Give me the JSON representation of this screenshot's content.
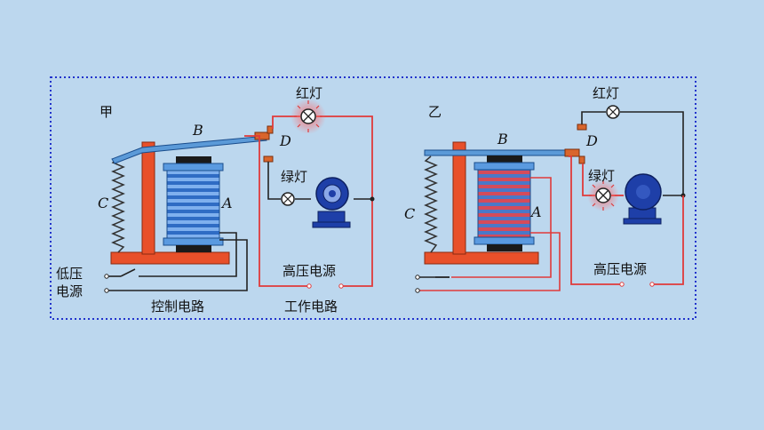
{
  "diagram_a": {
    "title": "甲",
    "label_a": "A",
    "label_b": "B",
    "label_c": "C",
    "label_d": "D",
    "red_lamp": "红灯",
    "green_lamp": "绿灯",
    "low_voltage_line1": "低压",
    "low_voltage_line2": "电源",
    "high_voltage": "高压电源",
    "control_circuit": "控制电路",
    "working_circuit": "工作电路"
  },
  "diagram_b": {
    "title": "乙",
    "label_a": "A",
    "label_b": "B",
    "label_c": "C",
    "label_d": "D",
    "red_lamp": "红灯",
    "green_lamp": "绿灯",
    "high_voltage": "高压电源"
  },
  "colors": {
    "background": "#bcd7ee",
    "frame_dotted": "#2233cc",
    "red_wire": "#e03a3a",
    "black_wire": "#222222",
    "pillar": "#e8502a",
    "coil_blue": "#3f7fd6",
    "coil_red": "#d44b5a",
    "motor_blue": "#1e3fa8"
  }
}
